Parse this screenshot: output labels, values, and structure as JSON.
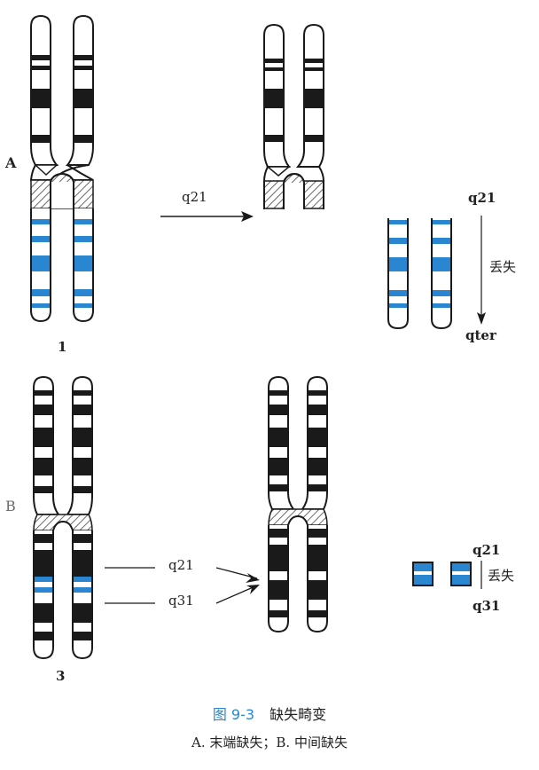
{
  "panels": {
    "a": "A",
    "b": "B"
  },
  "numbers": {
    "one": "1",
    "three": "3"
  },
  "panel_a": {
    "arrow_label": "q21",
    "right_top": "q21",
    "right_mid": "丢失",
    "right_bottom": "qter"
  },
  "panel_b": {
    "label_q21": "q21",
    "label_q31": "q31",
    "right_top": "q21",
    "right_mid": "丢失",
    "right_bottom": "q31"
  },
  "caption": {
    "figure_no": "图 9-3",
    "title": "缺失畸变",
    "subtitle": "A. 末端缺失；B. 中间缺失"
  },
  "colors": {
    "outline": "#1a1a1a",
    "dark_band": "#1a1a1a",
    "blue_band": "#2a86d0",
    "hatch": "#444444"
  }
}
